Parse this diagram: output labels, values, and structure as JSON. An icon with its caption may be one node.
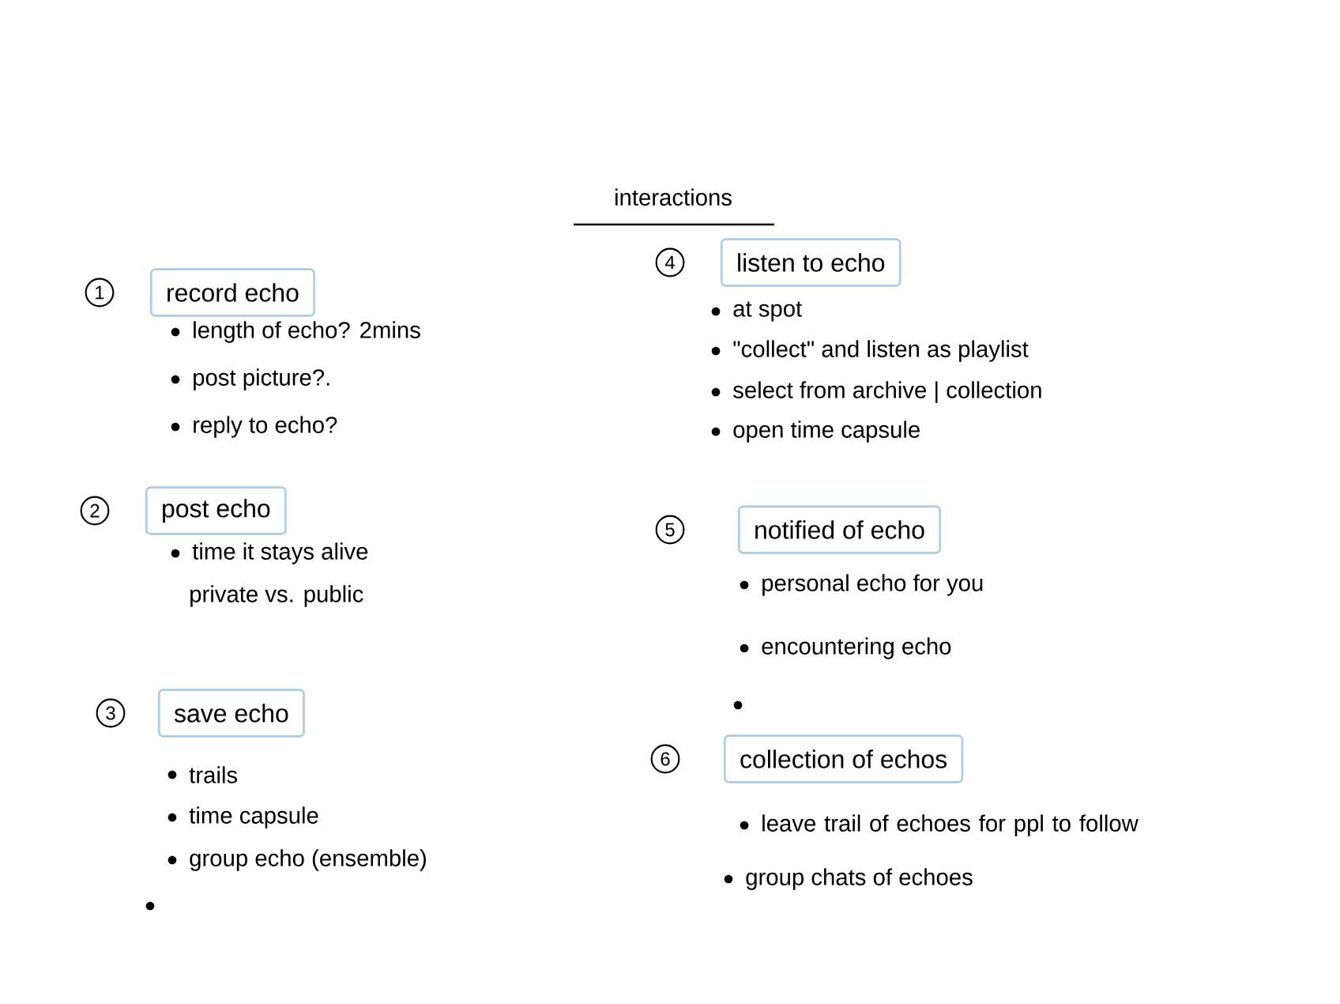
{
  "diagram": {
    "title": "interactions",
    "nodes": [
      {
        "text": [
          "record echo"
        ],
        "beside": [
          "1"
        ]
      },
      {
        "text": [
          "post echo"
        ],
        "beside": [
          "2"
        ]
      },
      {
        "text": [
          "save echo"
        ],
        "beside": [
          "3"
        ]
      },
      {
        "text": [
          "listen to echo"
        ],
        "beside": [
          "4"
        ]
      },
      {
        "text": [
          "notified of echo"
        ],
        "beside": [
          "5"
        ]
      },
      {
        "text": [
          "collection of echos"
        ],
        "beside": [
          "6"
        ]
      }
    ],
    "labels": [
      "length of echo? 2mins",
      "post picture?.",
      "reply to echo?",
      "time it stays alive",
      "private vs. public",
      "trails",
      "time capsule",
      "group echo (ensemble)",
      "at spot",
      "\"collect\" and listen as playlist",
      "select from archive | collection",
      "open time capsule",
      "personal echo for you",
      "encountering echo",
      "leave trail of echoes for ppl to follow",
      "group chats of echoes"
    ]
  }
}
